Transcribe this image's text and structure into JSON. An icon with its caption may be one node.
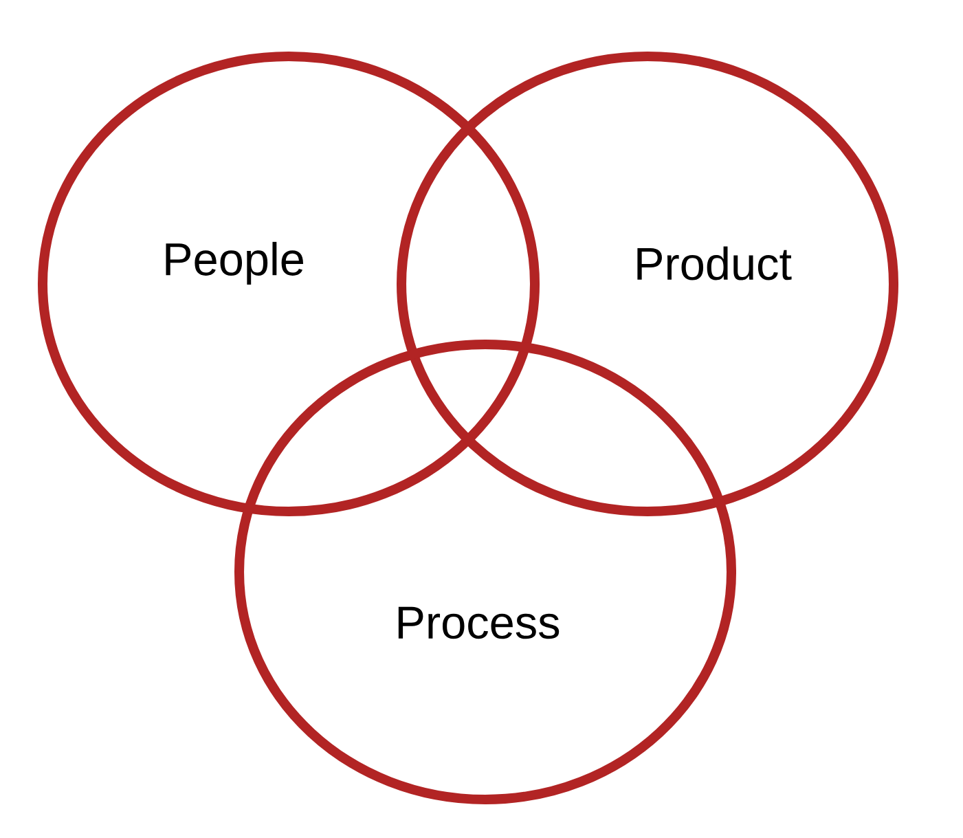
{
  "diagram": {
    "nodes": [
      {
        "text": [
          "People"
        ]
      },
      {
        "text": [
          "Product"
        ]
      },
      {
        "text": [
          "Process"
        ]
      }
    ]
  }
}
